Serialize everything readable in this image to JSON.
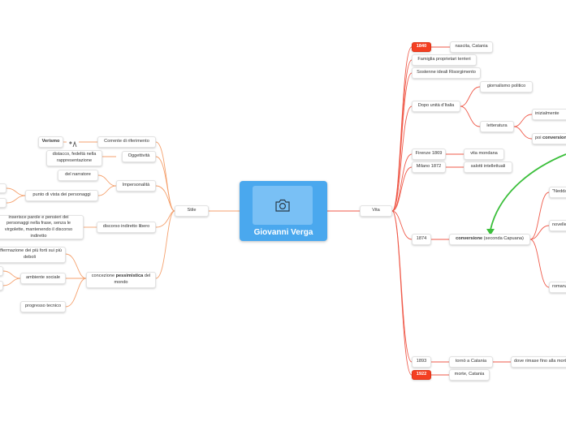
{
  "central": {
    "title": "Giovanni Verga",
    "icon": "camera-icon"
  },
  "colors": {
    "branch_stile": "#f5a26f",
    "branch_vita": "#ef5a4a",
    "accent_red": "#f43f22",
    "center_blue": "#4aa8ee",
    "arrow_green": "#3cbf3c"
  },
  "stile": {
    "label": "Stile",
    "corrente": {
      "label": "Corrente di riferimento",
      "value": "Verismo",
      "icon": "link-icon"
    },
    "oggettivita": {
      "label": "Oggettività",
      "detail": "distacco, fedeltà nella rappresentazione"
    },
    "impersonalita": {
      "label": "Impersonalità",
      "narratore": "del narratore",
      "punto_di_vista": "punto di vista dei personaggi"
    },
    "discorso": {
      "label": "discorso indiretto libero",
      "detail": "inserisce parole e pensieri dei personaggi nella frase, senza le virgolette, mantenendo il discorso indiretto"
    },
    "concezione": {
      "label_pre": "concezione ",
      "label_bold": "pessimistica",
      "label_post": " del mondo",
      "affermazione": "affermazione dei più forti sui più deboli",
      "ambiente": "ambiente sociale",
      "progresso": "progresso tecnico"
    }
  },
  "vita": {
    "label": "Vita",
    "y1840": "1840",
    "nascita": "nascita, Catania",
    "famiglia": "Famiglia proprietari terrieri",
    "ideali": "Sostenne ideali Risorgimento",
    "unita": "Dopo unità d'Italia",
    "giornalismo": "giornalismo politico",
    "letteratura": "letteratura",
    "inizialmente": "inizialmente",
    "poi_pre": "poi ",
    "poi_bold": "conversione",
    "firenze": "Firenze 1869",
    "mondana": "vita mondana",
    "milano": "Milano 1872",
    "salotti": "salotti intellettuali",
    "y1874": "1874",
    "conv_bold": "conversione",
    "conv_post": " (seconda Capuana)",
    "nedda": "\"Nedda\"",
    "novelle": "novelle",
    "romanzi": "romanzi",
    "y1893": "1893",
    "torno": "tornò a Catania",
    "dove": "dove rimase fino alla morte",
    "y1922": "1922",
    "morte": "morte, Catania"
  }
}
